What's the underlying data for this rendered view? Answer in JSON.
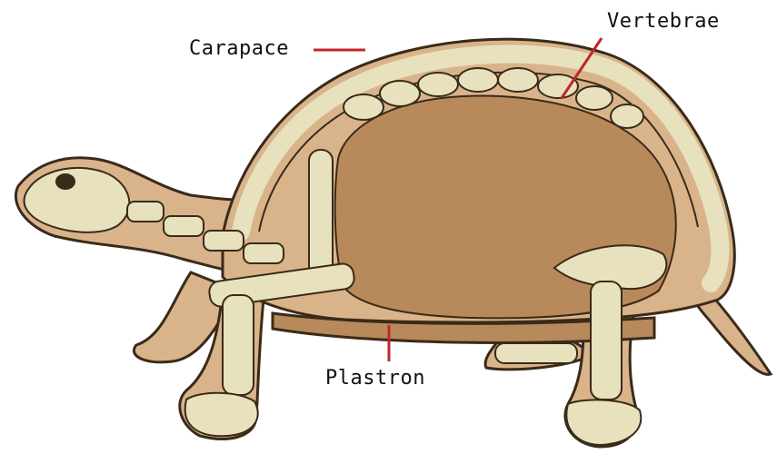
{
  "labels": {
    "carapace": "Carapace",
    "vertebrae": "Vertebrae",
    "plastron": "Plastron"
  },
  "colors": {
    "background": "#ffffff",
    "shell_body": "#b8895a",
    "skin_tan": "#d9b48a",
    "bone": "#e7e2bd",
    "outline": "#3a2a1a",
    "leader_line": "#c0272d"
  }
}
